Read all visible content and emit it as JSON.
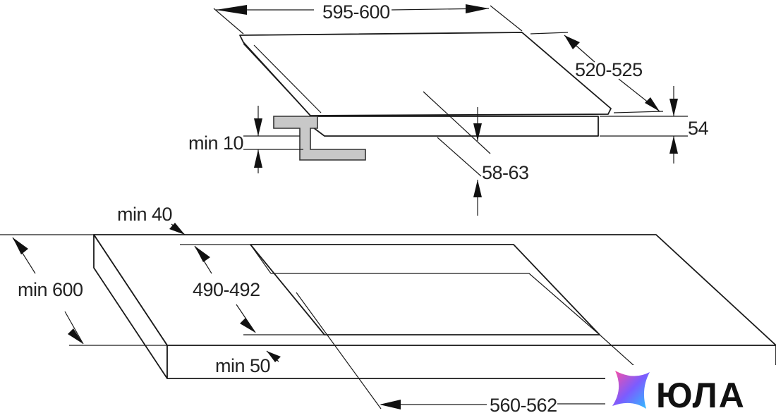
{
  "dimensions": {
    "width_top": "595-600",
    "depth_top": "520-525",
    "height": "54",
    "clearance_min": "min 10",
    "embed_depth": "58-63",
    "edge_back_min": "min 40",
    "counter_depth_min": "min 600",
    "cutout_depth": "490-492",
    "edge_front_min": "min 50",
    "cutout_width": "560-562"
  },
  "logo": {
    "text": "ЮЛА",
    "gradient": [
      "#ff4fa0",
      "#7b5cff",
      "#29c6ff"
    ]
  }
}
